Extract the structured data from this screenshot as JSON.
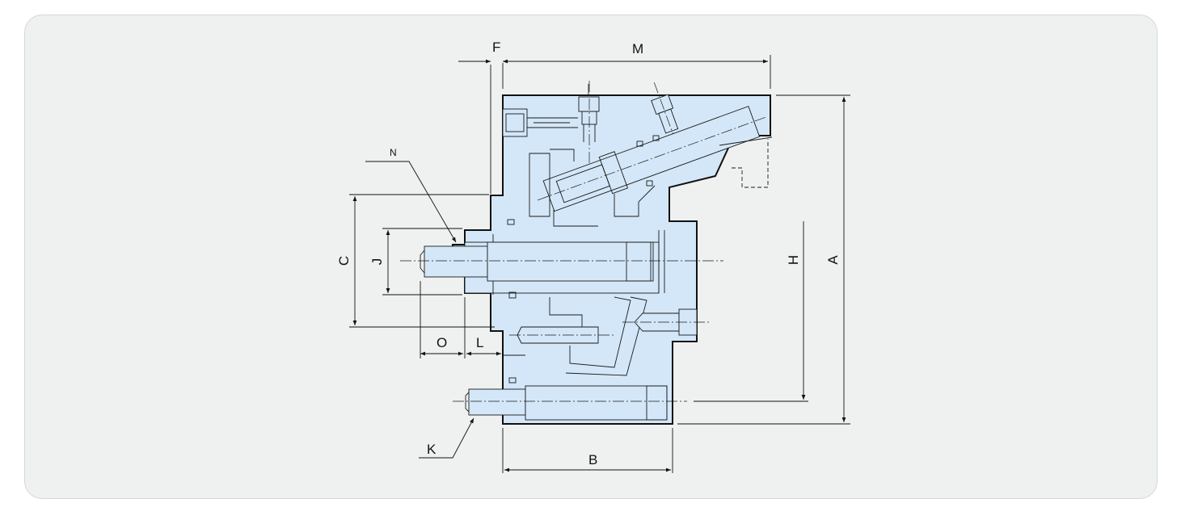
{
  "colors": {
    "panel_background": "#eff1f1",
    "panel_border": "#d3d7d9",
    "part_fill": "#d4e7f8",
    "line": "#111111"
  },
  "labels": {
    "F": "F",
    "M": "M",
    "N": "N",
    "C": "C",
    "J": "J",
    "H": "H",
    "A": "A",
    "O": "O",
    "L": "L",
    "K": "K",
    "B": "B"
  }
}
